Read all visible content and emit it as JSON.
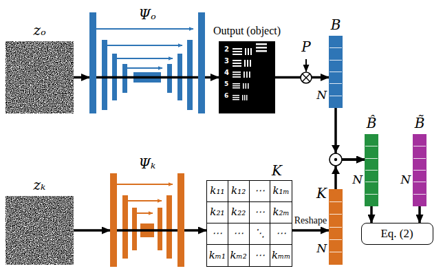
{
  "diagram": {
    "nodes": [
      {
        "text": [
          "zₒ"
        ]
      },
      {
        "text": [
          "Ψₒ"
        ]
      },
      {
        "text": [
          "Output (object)"
        ]
      },
      {
        "text": [
          "B",
          "N"
        ]
      },
      {
        "text": [
          "zₖ"
        ]
      },
      {
        "text": [
          "Ψₖ"
        ]
      },
      {
        "text": [
          "K",
          "k₁₁",
          "k₁₂",
          "⋯",
          "k₁ₘ",
          "k₂₁",
          "k₂₂",
          "⋯",
          "k₂ₘ",
          "⋯",
          "⋯",
          "⋱",
          "⋯",
          "kₘ₁",
          "kₘ₂",
          "⋯",
          "kₘₘ"
        ]
      },
      {
        "text": [
          "K",
          "N"
        ]
      },
      {
        "text": [
          "B̂",
          "N"
        ]
      },
      {
        "text": [
          "B̃",
          "N"
        ]
      },
      {
        "text": [
          "Eq. (2)"
        ]
      }
    ],
    "edges": [
      {
        "from": 0,
        "to": 1,
        "arrow": "to"
      },
      {
        "from": 1,
        "to": 2,
        "arrow": "to"
      },
      {
        "from": 2,
        "to": 3,
        "arrow": "to"
      },
      {
        "from": 4,
        "to": 5,
        "arrow": "to"
      },
      {
        "from": 5,
        "to": 6,
        "arrow": "to"
      },
      {
        "from": 6,
        "to": 7,
        "label": "Reshape",
        "arrow": "to"
      },
      {
        "from": 3,
        "to": 8,
        "arrow": "to"
      },
      {
        "from": 7,
        "to": 8,
        "arrow": "to"
      },
      {
        "from": 8,
        "to": 10,
        "arrow": "to"
      },
      {
        "from": 9,
        "to": 10,
        "arrow": "to"
      }
    ],
    "labels": [
      "P",
      "2",
      "3",
      "4",
      "5",
      "6"
    ]
  }
}
